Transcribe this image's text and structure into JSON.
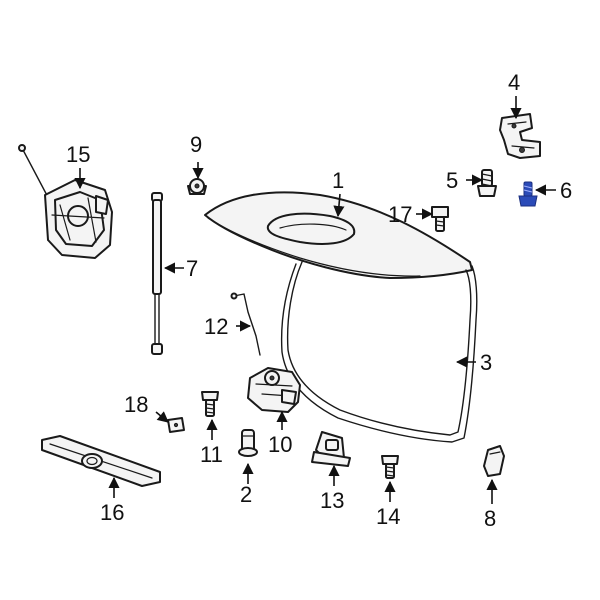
{
  "callouts": {
    "c1": "1",
    "c2": "2",
    "c3": "3",
    "c4": "4",
    "c5": "5",
    "c6": "6",
    "c7": "7",
    "c8": "8",
    "c9": "9",
    "c10": "10",
    "c11": "11",
    "c12": "12",
    "c13": "13",
    "c14": "14",
    "c15": "15",
    "c16": "16",
    "c17": "17",
    "c18": "18"
  },
  "colors": {
    "line": "#1a1a1a",
    "part_fill": "#f4f4f4",
    "highlight": "#2b4bb8"
  },
  "highlighted_part": "6"
}
